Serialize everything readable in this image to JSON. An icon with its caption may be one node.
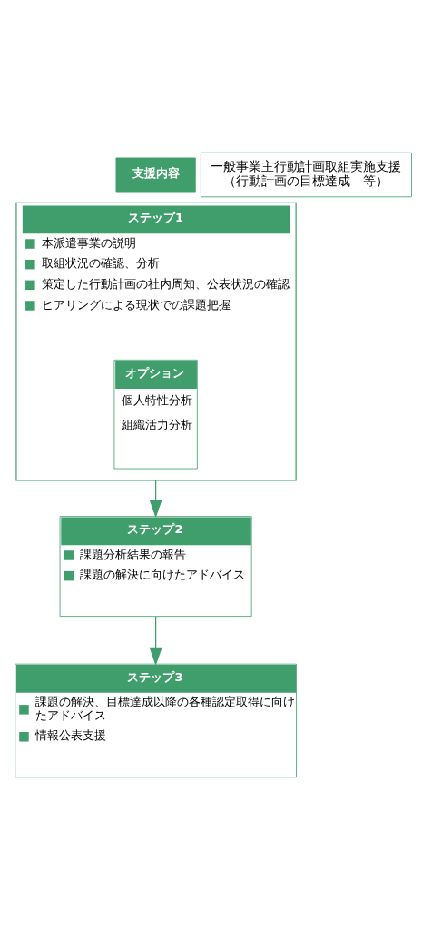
{
  "diagram": {
    "nodes": [
      {
        "text": [
          "支援内容"
        ]
      },
      {
        "text": [
          "一般事業主行動計画取組実施支援（行動計画の目標達成　等）"
        ]
      },
      {
        "text": [
          "ステップ1",
          "本派遣事業の説明",
          "取組状況の確認、分析",
          "策定した行動計画の社内周知、公表状況の確認",
          "ヒアリングによる現状での課題把握"
        ]
      },
      {
        "text": [
          "オプション",
          "個人特性分析",
          "組織活力分析"
        ],
        "in": 2
      },
      {
        "text": [
          "ステップ2",
          "課題分析結果の報告",
          "課題の解決に向けたアドバイス"
        ]
      },
      {
        "text": [
          "ステップ3",
          "課題の解決、目標達成以降の各種認定取得に向けたアドバイス",
          "情報公表支援"
        ]
      }
    ],
    "edges": [
      {
        "from": 2,
        "to": 4,
        "arrow": "to"
      },
      {
        "from": 4,
        "to": 5,
        "arrow": "to"
      }
    ]
  }
}
